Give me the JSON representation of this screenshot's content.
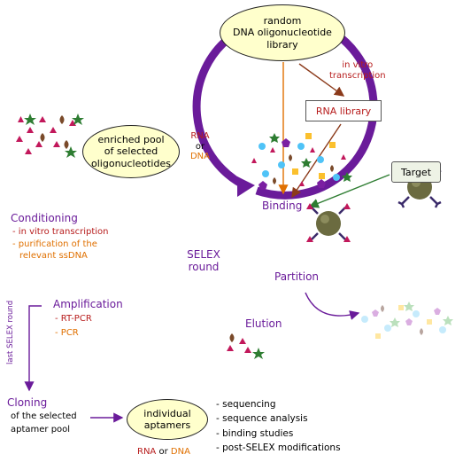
{
  "library": {
    "line1": "random",
    "line2": "DNA oligonucleotide",
    "line3": "library"
  },
  "in_vitro": {
    "line1": "in vitro",
    "line2": "transcription"
  },
  "rna_library": "RNA library",
  "target": "Target",
  "binding": "Binding",
  "partition": "Partition",
  "elution": "Elution",
  "enriched": {
    "line1": "enriched pool",
    "line2": "of selected",
    "line3": "oligonucleotides"
  },
  "rna_or_dna": {
    "rna": "RNA",
    "or": "or",
    "dna": "DNA"
  },
  "conditioning": {
    "title": "Conditioning",
    "item1": "- in vitro transcription",
    "item2": "- purification of the",
    "item3": "relevant ssDNA"
  },
  "selex": {
    "line1": "SELEX",
    "line2": "round"
  },
  "amplification": {
    "title": "Amplification",
    "item1": "- RT-PCR",
    "item2": "- PCR"
  },
  "last_round": "last SELEX round",
  "cloning": {
    "title": "Cloning",
    "line1": "of the selected",
    "line2": "aptamer pool"
  },
  "individual": {
    "line1": "individual",
    "line2": "aptamers"
  },
  "bottom_rna_dna": {
    "rna": "RNA",
    "or": "or",
    "dna": "DNA"
  },
  "analysis": [
    "- sequencing",
    "- sequence analysis",
    "- binding studies",
    "- post-SELEX modifications"
  ],
  "colors": {
    "purple": "#6a1b9a",
    "orange": "#e07000",
    "green": "#2e7d32",
    "ellipse_fill": "#ffffcc",
    "target_fill": "#6b6b40",
    "receptor": "#3a2a6a"
  }
}
